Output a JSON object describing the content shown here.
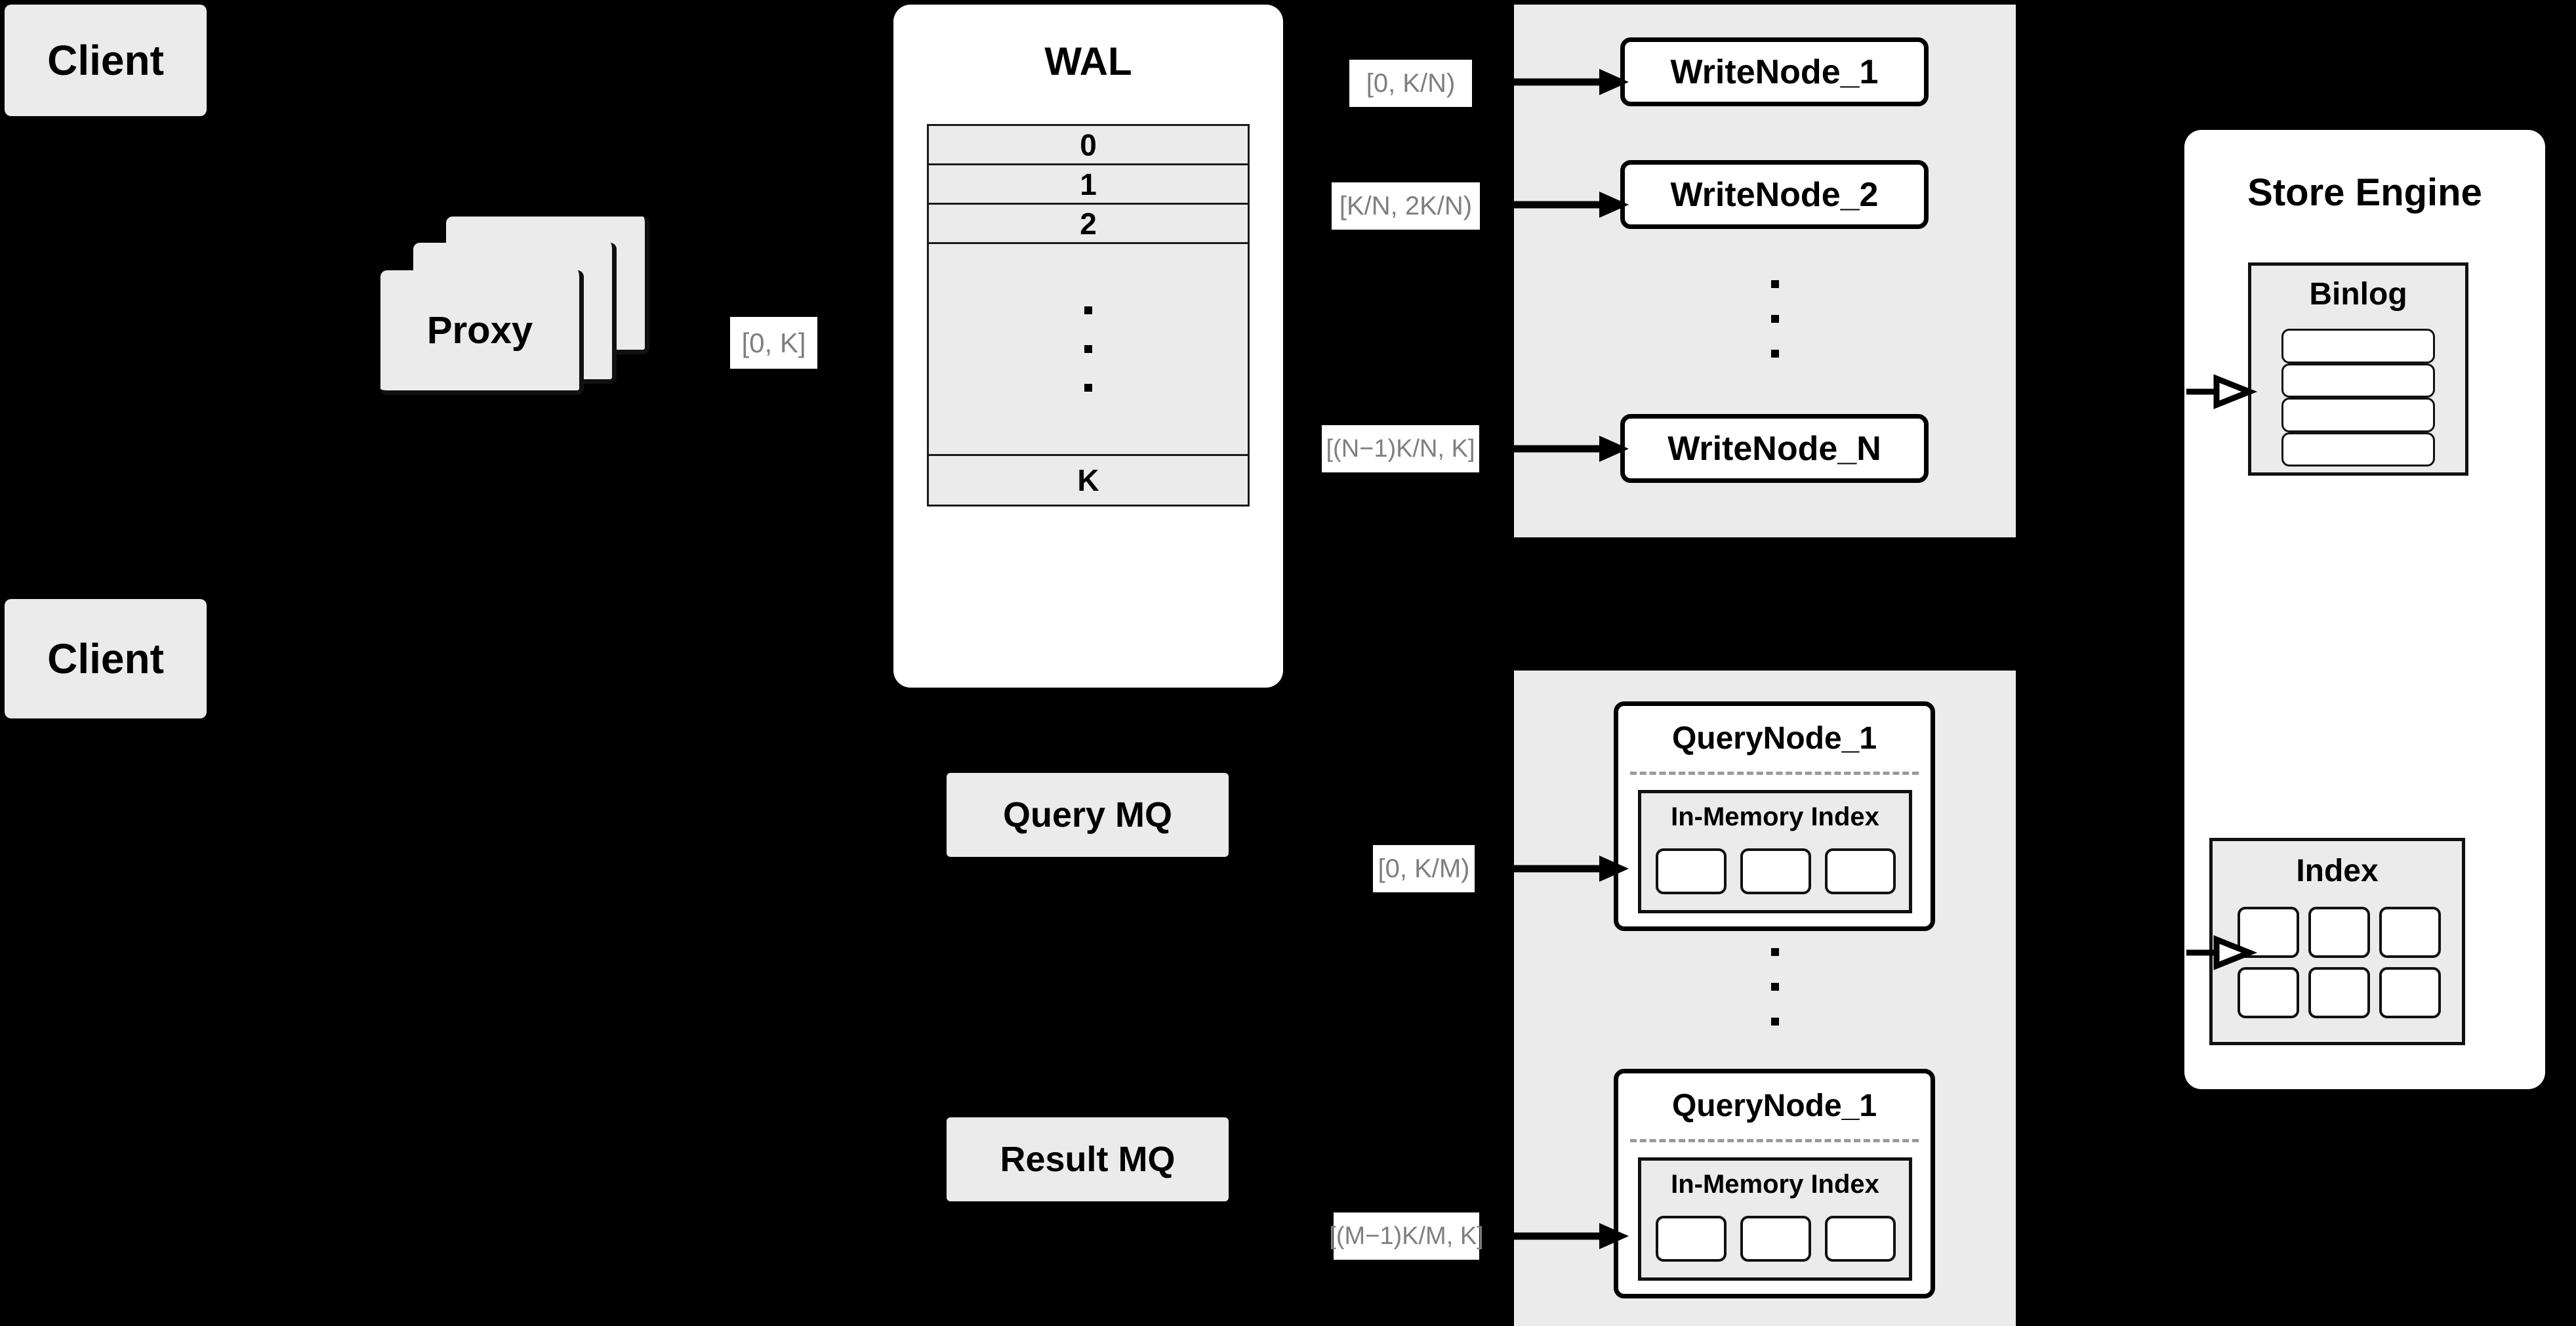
{
  "diagram": {
    "title": "Distributed write/query architecture",
    "colors": {
      "background": "#000000",
      "card_fill": "#ebebeb",
      "panel_fill": "#ffffff",
      "label_text": "#7f7f7f",
      "stroke": "#000000"
    }
  },
  "clients": [
    {
      "label": "Client"
    },
    {
      "label": "Client"
    }
  ],
  "proxy": {
    "label": "Proxy",
    "stack_count": 3,
    "range_label": "[0, K]"
  },
  "wal": {
    "title": "WAL",
    "rows": [
      "0",
      "1",
      "2",
      "",
      "K"
    ],
    "ellipsis_row_index": 3,
    "ellipsis_dots": 3
  },
  "write_cluster": {
    "nodes": [
      {
        "name": "WriteNode_1",
        "range_label": "[0,  K/N)"
      },
      {
        "name": "WriteNode_2",
        "range_label": "[K/N, 2K/N)"
      },
      {
        "name": "WriteNode_N",
        "range_label": "[(N−1)K/N,  K]"
      }
    ],
    "ellipsis_dots": 3
  },
  "queues": [
    {
      "label": "Query MQ"
    },
    {
      "label": "Result MQ"
    }
  ],
  "query_cluster": {
    "nodes": [
      {
        "name": "QueryNode_1",
        "range_label": "[0, K/M)",
        "index_title": "In-Memory Index",
        "index_cells": 3
      },
      {
        "name": "QueryNode_1",
        "range_label": "[(M−1)K/M, K]",
        "index_title": "In-Memory Index",
        "index_cells": 3
      }
    ],
    "ellipsis_dots": 3
  },
  "store_engine": {
    "title": "Store Engine",
    "binlog": {
      "title": "Binlog",
      "rows": 4
    },
    "index": {
      "title": "Index",
      "cols": 3,
      "rows": 2
    }
  }
}
